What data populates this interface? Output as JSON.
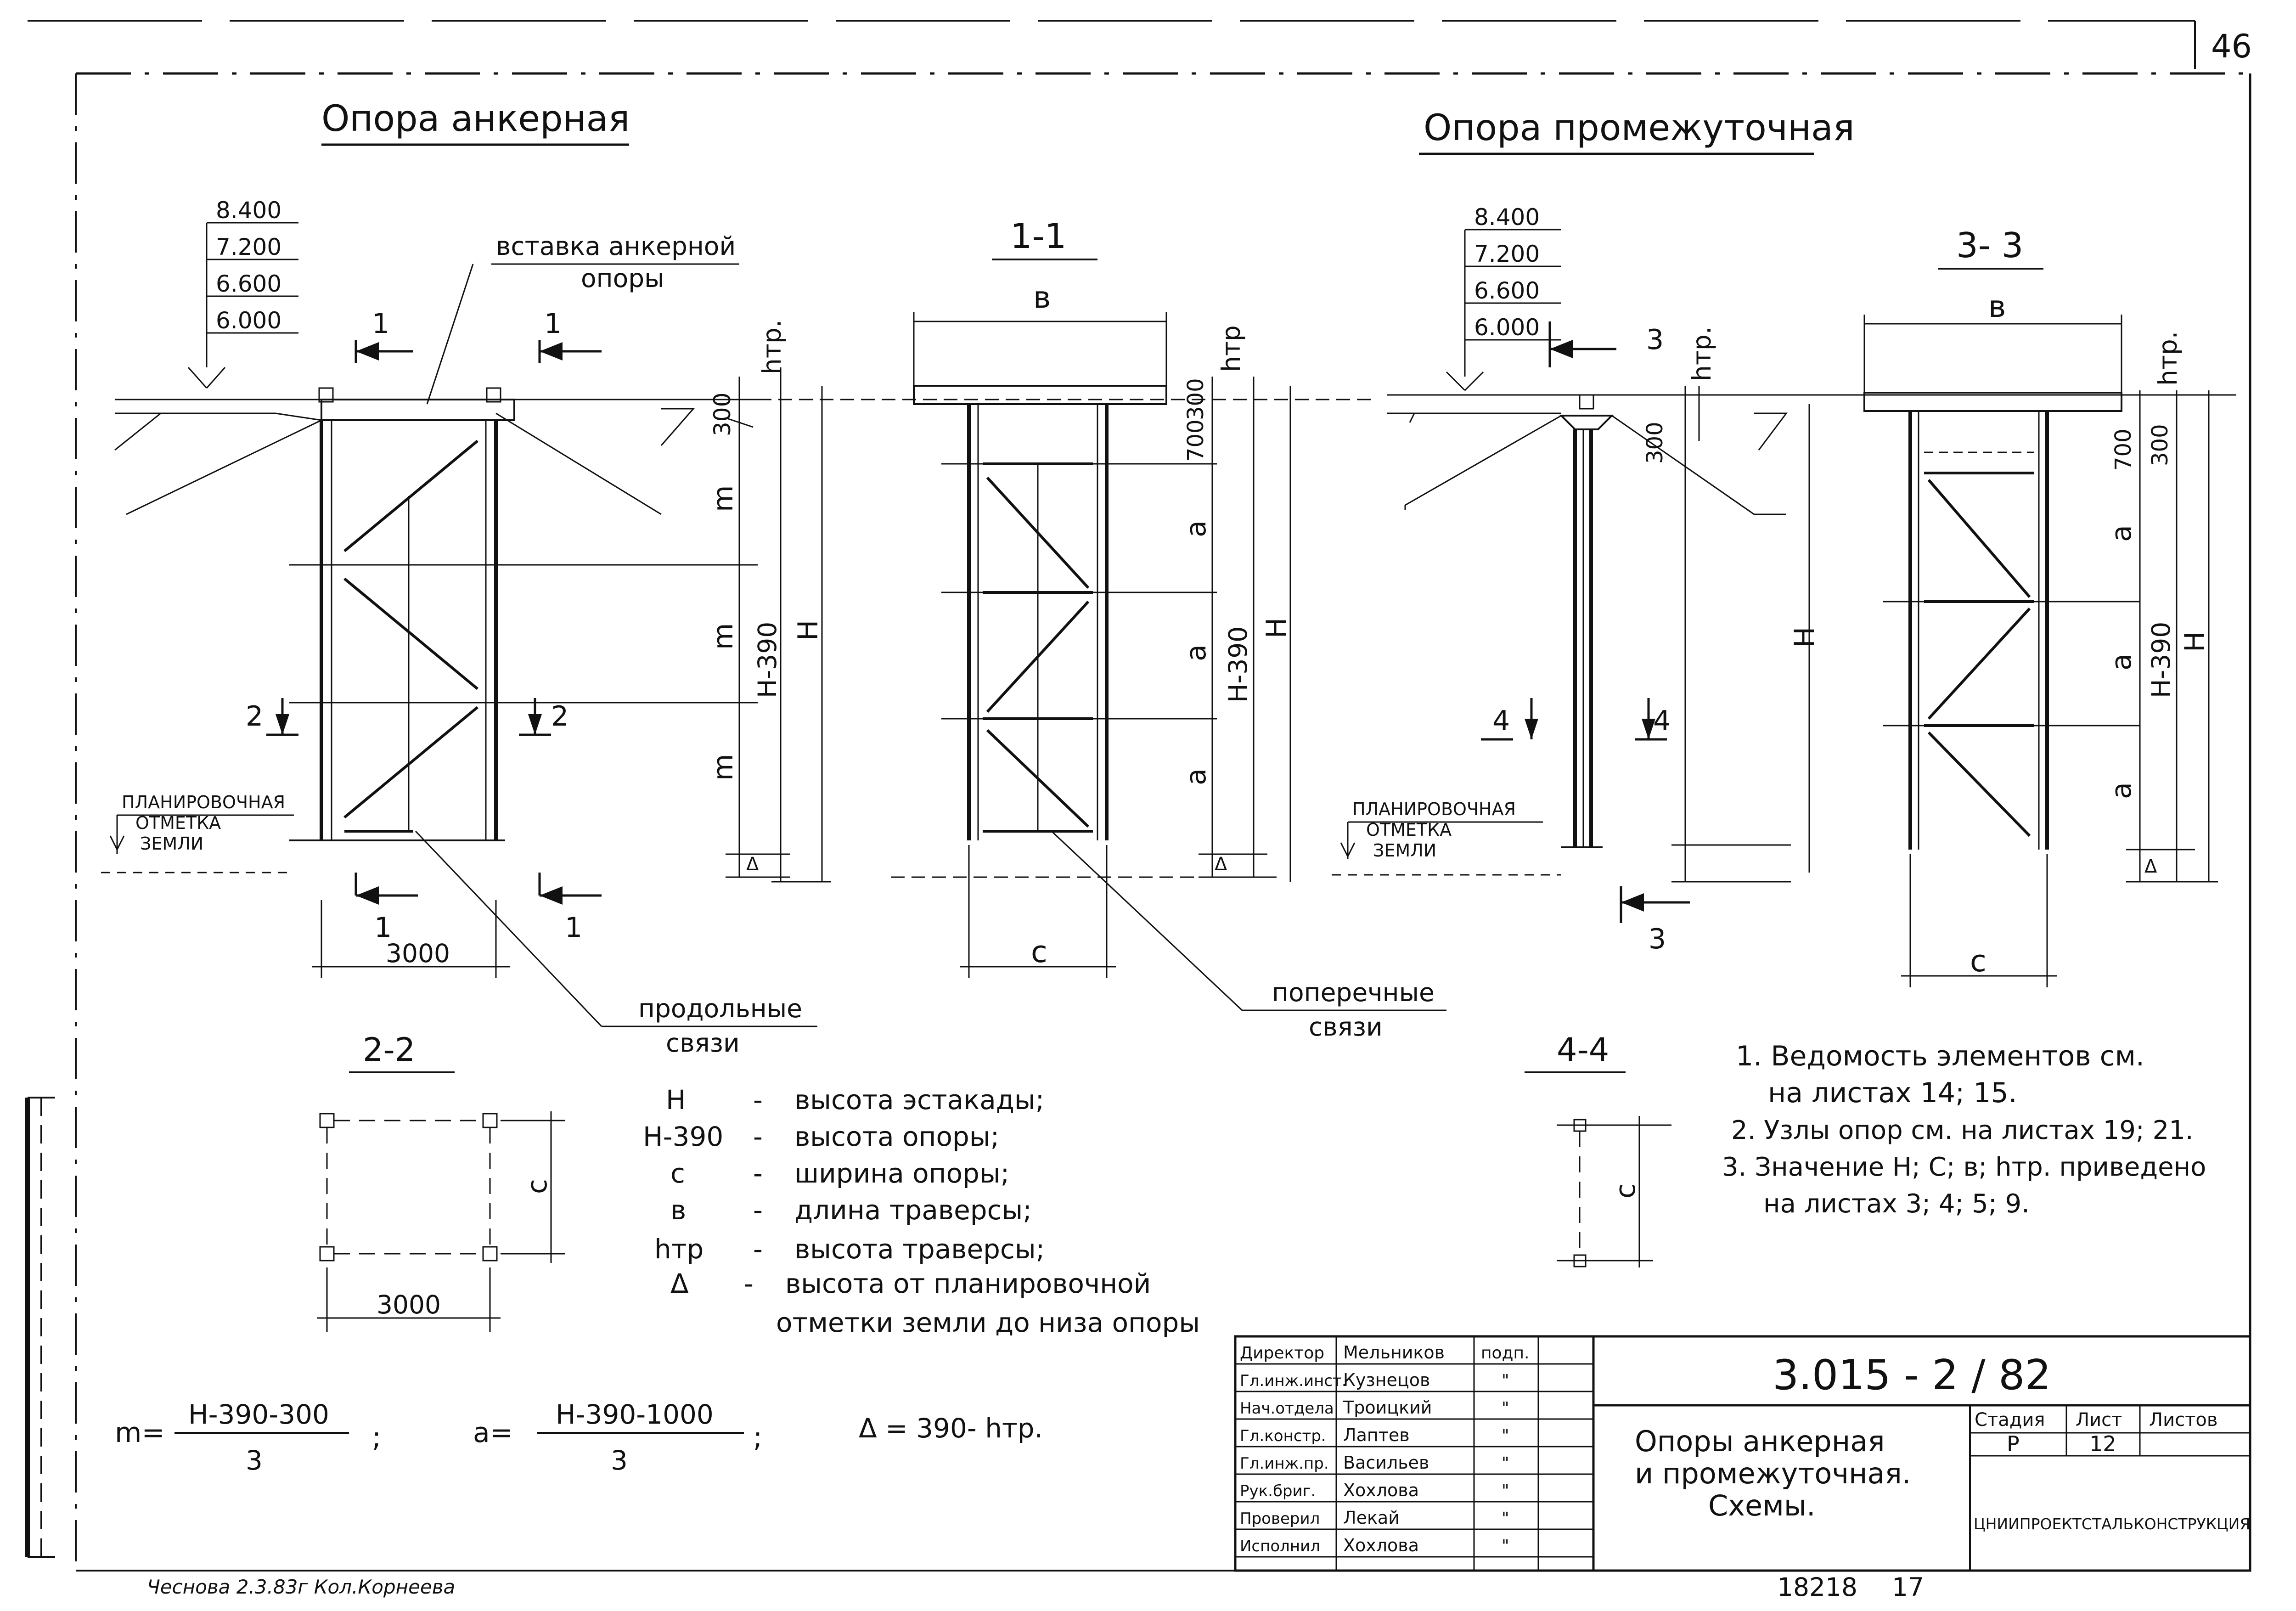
{
  "corner_number": "46",
  "anchor": {
    "title": "Опора анкерная",
    "levels": [
      "8.400",
      "7.200",
      "6.600",
      "6.000"
    ],
    "insert_label": [
      "вставка анкерной",
      "опоры"
    ],
    "dims": {
      "h300": "300",
      "m": "m",
      "h390": "H-390",
      "H": "H",
      "delta": "Δ",
      "htr": "hтр.",
      "w3000": "3000"
    },
    "section_marks": [
      "1",
      "1",
      "2",
      "2",
      "1",
      "1"
    ],
    "grade_label": [
      "ПЛАНИРОВОЧНАЯ",
      "ОТМЕТКА",
      "ЗЕМЛИ"
    ]
  },
  "section_1_1": {
    "title": "1-1",
    "dims": {
      "b": "в",
      "htr": "hтр",
      "d700": "700",
      "d300": "300",
      "a": "a",
      "h390": "H-390",
      "H": "H",
      "c": "c",
      "delta": "Δ"
    }
  },
  "bracing": {
    "longitudinal": [
      "продольные",
      "связи"
    ],
    "transverse": [
      "поперечные",
      "связи"
    ]
  },
  "intermediate": {
    "title": "Опора промежуточная",
    "levels": [
      "8.400",
      "7.200",
      "6.600",
      "6.000"
    ],
    "dims": {
      "htr": "hтр.",
      "h300": "300",
      "H": "H"
    },
    "section_marks": [
      "3",
      "4",
      "4",
      "3"
    ],
    "grade_label": [
      "ПЛАНИРОВОЧНАЯ",
      "ОТМЕТКА",
      "ЗЕМЛИ"
    ]
  },
  "section_3_3": {
    "title": "3- 3",
    "dims": {
      "b": "в",
      "htr": "hтр.",
      "d700": "700",
      "d300": "300",
      "a": "a",
      "h390": "H-390",
      "H": "H",
      "c": "c",
      "delta": "Δ"
    }
  },
  "section_2_2": {
    "title": "2-2",
    "width": "3000",
    "c": "c"
  },
  "section_4_4": {
    "title": "4-4",
    "c": "c"
  },
  "legend": [
    {
      "sym": "H",
      "dash": "-",
      "text": "высота эстакады;"
    },
    {
      "sym": "H-390",
      "dash": "-",
      "text": "высота опоры;"
    },
    {
      "sym": "c",
      "dash": "-",
      "text": "ширина опоры;"
    },
    {
      "sym": "в",
      "dash": "-",
      "text": "длина траверсы;"
    },
    {
      "sym": "hтр",
      "dash": "-",
      "text": "высота траверсы;"
    },
    {
      "sym": "Δ",
      "dash": "-",
      "text": "высота от планировочной"
    }
  ],
  "legend_cont": "отметки земли до низа опоры",
  "notes": [
    "1. Ведомость элементов см.",
    "на листах 14; 15.",
    "2. Узлы опор см. на листах 19; 21.",
    "3. Значение H; C; в; hтр. приведено",
    "на листах 3; 4; 5; 9."
  ],
  "formulas": {
    "m": {
      "lhs": "m=",
      "num": "H-390-300",
      "den": "3"
    },
    "a": {
      "lhs": "a=",
      "num": "H-390-1000",
      "den": "3"
    },
    "d": {
      "text": "Δ = 390- hтр."
    },
    "sep": ";"
  },
  "title_block": {
    "code": "3.015 - 2 / 82",
    "title": [
      "Опоры анкерная",
      "и промежуточная.",
      "Схемы."
    ],
    "stage_h": "Стадия",
    "sheet_h": "Лист",
    "sheets_h": "Листов",
    "stage": "Р",
    "sheet": "12",
    "org": "ЦНИИПРОЕКТСТАЛЬКОНСТРУКЦИЯ",
    "podp_h": "подп.",
    "rows": [
      {
        "role": "Директор",
        "name": "Мельников",
        "sig": ""
      },
      {
        "role": "Гл.инж.инст.",
        "name": "Кузнецов",
        "sig": "\""
      },
      {
        "role": "Нач.отдела",
        "name": "Троицкий",
        "sig": "\""
      },
      {
        "role": "Гл.констр.",
        "name": "Лаптев",
        "sig": "\""
      },
      {
        "role": "Гл.инж.пр.",
        "name": "Васильев",
        "sig": "\""
      },
      {
        "role": "Рук.бриг.",
        "name": "Хохлова",
        "sig": "\""
      },
      {
        "role": "Проверил",
        "name": "Лекай",
        "sig": "\""
      },
      {
        "role": "Исполнил",
        "name": "Хохлова",
        "sig": "\""
      }
    ]
  },
  "footer": {
    "handwritten": "Чеснова 2.3.83г Кол.Корнеева",
    "inv": "18218",
    "page": "17"
  }
}
